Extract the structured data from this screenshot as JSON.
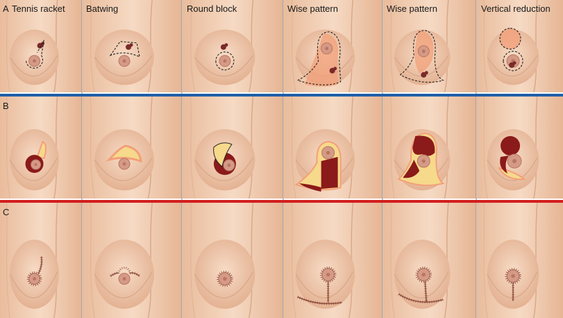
{
  "figure": {
    "columns": [
      {
        "id": "tennis",
        "title": "Tennis racket"
      },
      {
        "id": "batwing",
        "title": "Batwing"
      },
      {
        "id": "round",
        "title": "Round block"
      },
      {
        "id": "wise1",
        "title": "Wise pattern"
      },
      {
        "id": "wise2",
        "title": "Wise pattern"
      },
      {
        "id": "vertical",
        "title": "Vertical reduction"
      }
    ],
    "rows": [
      {
        "id": "A",
        "label": "A"
      },
      {
        "id": "B",
        "label": "B"
      },
      {
        "id": "C",
        "label": "C"
      }
    ],
    "colors": {
      "skin": "#f2cfb3",
      "skin_shadow": "#d9a98a",
      "areola": "#d49a86",
      "areola_edge": "#b97563",
      "tumor": "#7a2a2a",
      "excision_dark": "#8b1a1a",
      "flap_orange": "#f2a07a",
      "flap_yellow": "#f6d98b",
      "scar": "#8a4a3a",
      "divider_blue": "#1f5fa8",
      "divider_red": "#d21f1f",
      "column_line": "#8c8c8c"
    }
  }
}
